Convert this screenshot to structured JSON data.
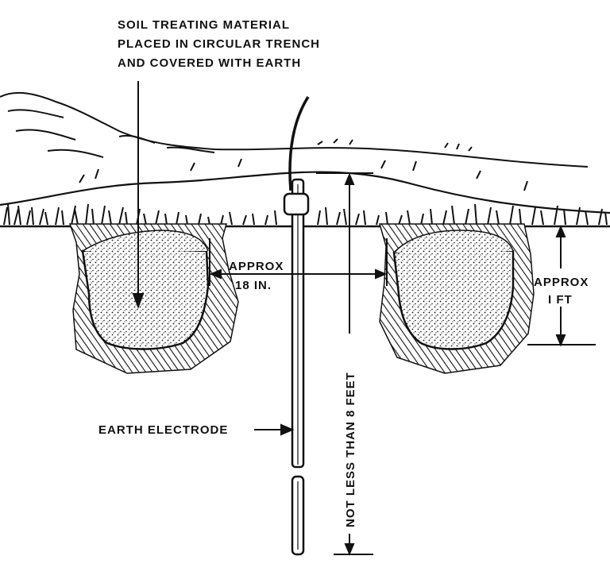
{
  "labels": {
    "soil_treating": [
      "SOIL TREATING MATERIAL",
      "PLACED IN CIRCULAR TRENCH",
      "AND COVERED WITH EARTH"
    ],
    "approx_18_line1": "APPROX",
    "approx_18_line2": "18 IN.",
    "approx_1ft_line1": "APPROX",
    "approx_1ft_line2": "I FT",
    "earth_electrode": "EARTH ELECTRODE",
    "not_less_than": "NOT LESS THAN 8 FEET"
  },
  "colors": {
    "ink": "#111111",
    "paper": "#ffffff"
  }
}
